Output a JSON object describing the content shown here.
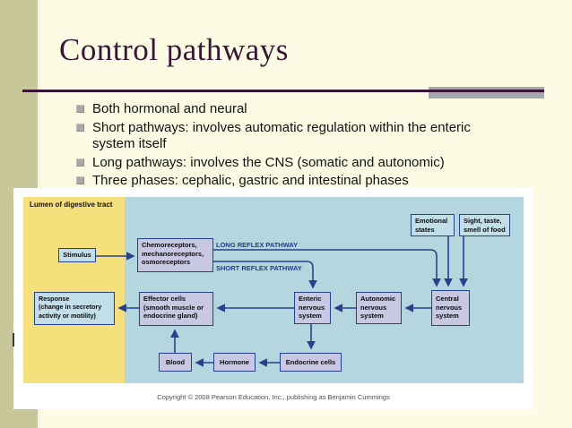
{
  "slide": {
    "title": "Control pathways",
    "bullets": [
      "Both hormonal and neural",
      "Short pathways: involves automatic regulation within the enteric system itself",
      "Long pathways: involves the CNS (somatic and autonomic)",
      "Three phases: cephalic, gastric and intestinal phases"
    ]
  },
  "diagram": {
    "lumen_label": "Lumen of digestive tract",
    "pathways": {
      "long": "LONG REFLEX PATHWAY",
      "short": "SHORT REFLEX PATHWAY"
    },
    "boxes": {
      "stimulus": [
        "Stimulus"
      ],
      "receptors": [
        "Chemoreceptors,",
        "mechanoreceptors,",
        "osmoreceptors"
      ],
      "emotional": [
        "Emotional",
        "states"
      ],
      "sight": [
        "Sight, taste,",
        "smell of food"
      ],
      "response": [
        "Response",
        "(change in secretory",
        "activity or motility)"
      ],
      "effector": [
        "Effector cells",
        "(smooth muscle or",
        "endocrine gland)"
      ],
      "enteric": [
        "Enteric",
        "nervous",
        "system"
      ],
      "autonomic": [
        "Autonomic",
        "nervous",
        "system"
      ],
      "central": [
        "Central",
        "nervous",
        "system"
      ],
      "blood": [
        "Blood"
      ],
      "hormone": [
        "Hormone"
      ],
      "endocrine": [
        "Endocrine cells"
      ]
    },
    "copyright": "Copyright © 2008 Pearson Education, Inc., publishing as Benjamin Cummings"
  },
  "colors": {
    "slide_bg": "#FCFCE5",
    "left_stripe": "#C8C79A",
    "title_maroon": "#3A1537",
    "accent_gray": "#A6A6B0",
    "panel_yellow": "#F6E07C",
    "panel_blue": "#B3D6DF",
    "box_lavender": "#C9C8E3",
    "box_lightblue": "#C2DEE9",
    "navy": "#28418C"
  }
}
